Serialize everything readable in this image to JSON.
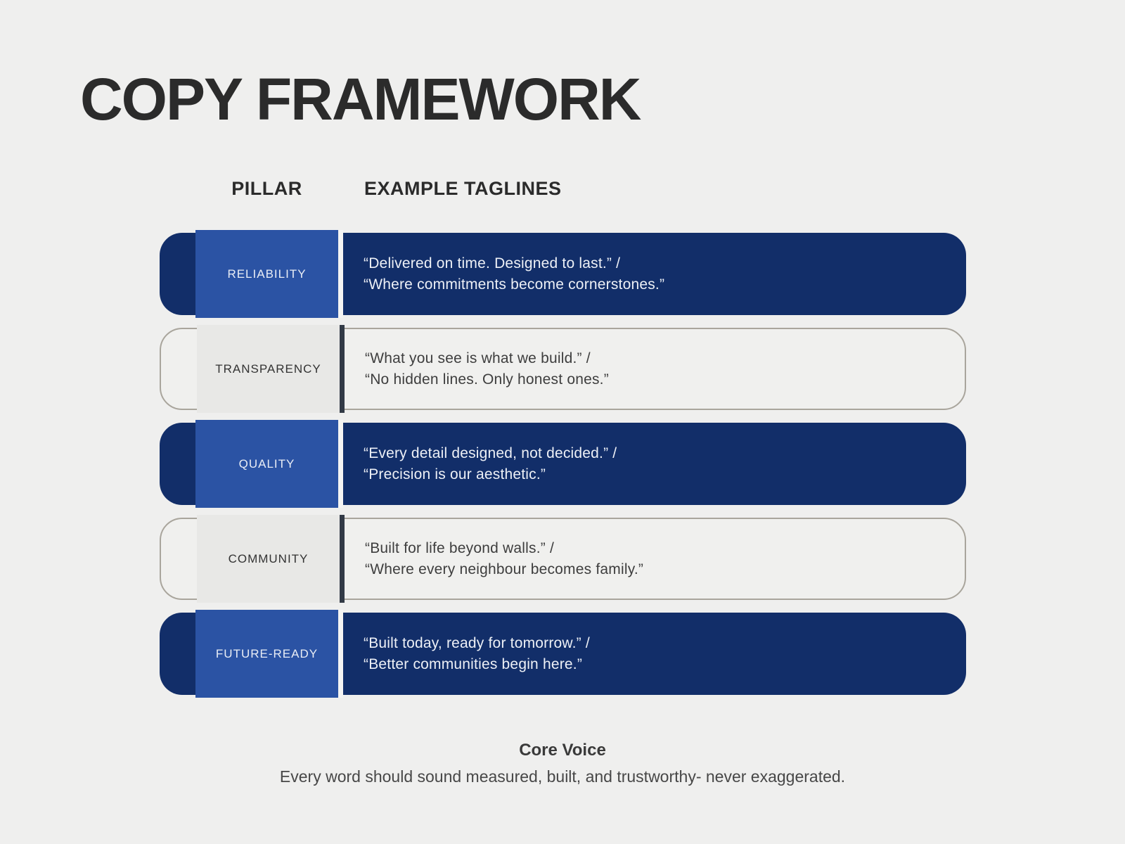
{
  "title": "COPY FRAMEWORK",
  "table": {
    "headers": {
      "pillar": "PILLAR",
      "taglines": "EXAMPLE TAGLINES"
    },
    "rows": [
      {
        "style": "dark",
        "pillar": "RELIABILITY",
        "line1": "“Delivered on time. Designed to last.” /",
        "line2": "“Where commitments become cornerstones.”"
      },
      {
        "style": "light",
        "pillar": "TRANSPARENCY",
        "line1": "“What you see is what we build.” /",
        "line2": "“No hidden lines. Only honest ones.”"
      },
      {
        "style": "dark",
        "pillar": "QUALITY",
        "line1": "“Every detail designed, not decided.” /",
        "line2": "“Precision is our aesthetic.”"
      },
      {
        "style": "light",
        "pillar": "COMMUNITY",
        "line1": "“Built for life beyond walls.” /",
        "line2": "“Where every neighbour becomes family.”"
      },
      {
        "style": "dark",
        "pillar": "FUTURE-READY",
        "line1": "“Built today, ready for tomorrow.” /",
        "line2": "“Better communities begin here.”"
      }
    ],
    "layout": {
      "row_top_start": 0,
      "row_pitch": 135
    }
  },
  "footer": {
    "heading": "Core Voice",
    "body": "Every word should sound measured, built, and trustworthy- never exaggerated."
  },
  "colors": {
    "page_background": "#efefee",
    "row_dark_background": "#122e69",
    "pillar_dark_background": "#2b53a4",
    "row_light_border": "#a9a59c",
    "pillar_light_background": "#e8e8e6",
    "divider_dark_row": "#f4f4f3",
    "divider_light_row": "#323a46",
    "title_text": "#2b2b2b",
    "dark_row_text": "#edf0f6",
    "light_row_text": "#3e3e3e"
  }
}
